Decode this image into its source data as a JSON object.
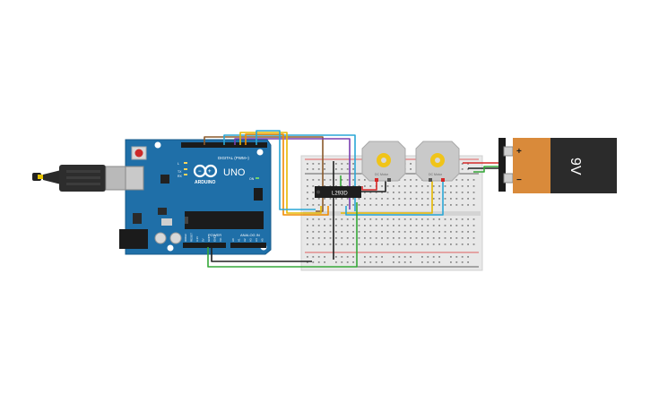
{
  "arduino": {
    "brand": "UNO",
    "maker": "ARDUINO",
    "header_digital": "DIGITAL (PWM~)",
    "header_power": "POWER",
    "header_analog": "ANALOG IN",
    "pin_labels_power": [
      "IOREF",
      "RESET",
      "3.3V",
      "5V",
      "GND",
      "GND",
      "Vin"
    ],
    "pin_labels_analog": [
      "A0",
      "A1",
      "A2",
      "A3",
      "A4",
      "A5"
    ],
    "led_labels": [
      "TX",
      "RX",
      "L",
      "ON"
    ],
    "board_color": "#1f6fa8"
  },
  "driver_chip": {
    "label": "L293D"
  },
  "motors": [
    {
      "label": "DC Motor"
    },
    {
      "label": "DC Motor"
    }
  ],
  "battery": {
    "label": "9V",
    "plus": "+",
    "minus": "−"
  },
  "wire_colors": {
    "red": "#d62828",
    "black": "#202020",
    "green": "#35a838",
    "yellow": "#e6b800",
    "orange": "#f08c00",
    "blue": "#2aa7d6",
    "purple": "#7a3fb0",
    "brown": "#8a5a2b"
  }
}
